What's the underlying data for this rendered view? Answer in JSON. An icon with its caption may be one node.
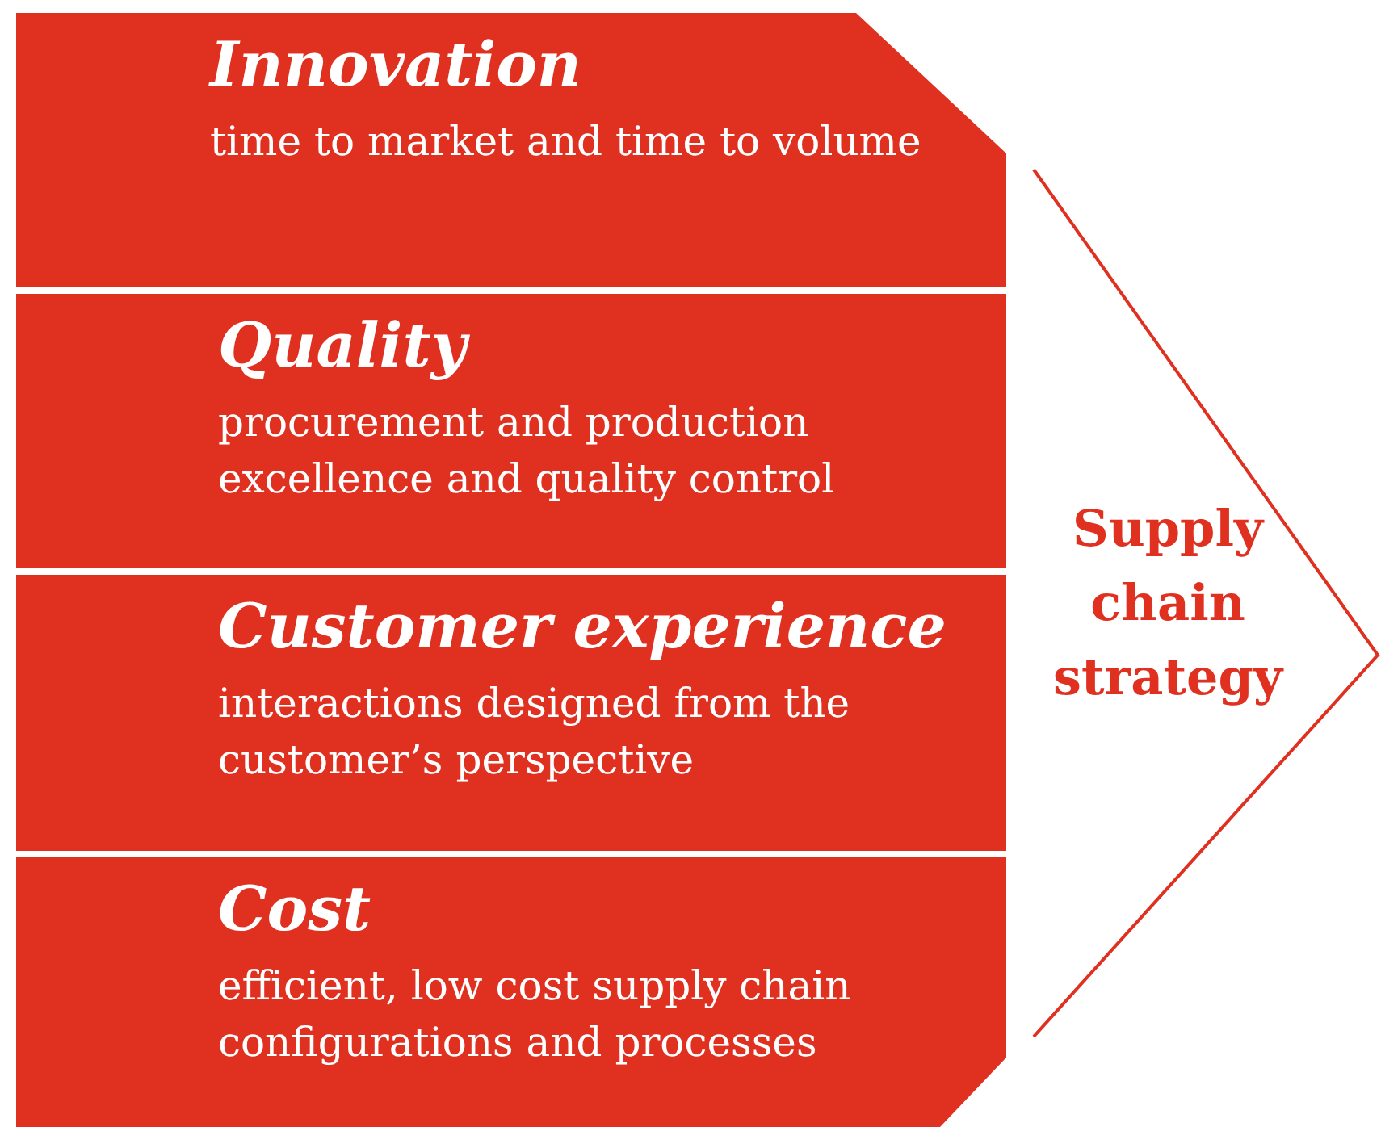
{
  "diagram": {
    "nodes": [
      {
        "text": [
          "Innovation",
          "time to market and time to volume"
        ]
      },
      {
        "text": [
          "Quality",
          "procurement and production excellence and quality control"
        ]
      },
      {
        "text": [
          "Customer experience",
          "interactions designed from the customer’s perspective"
        ]
      },
      {
        "text": [
          "Cost",
          "efficient, low cost supply chain configurations and processes"
        ]
      },
      {
        "text": [
          "Supply chain strategy"
        ]
      }
    ]
  }
}
